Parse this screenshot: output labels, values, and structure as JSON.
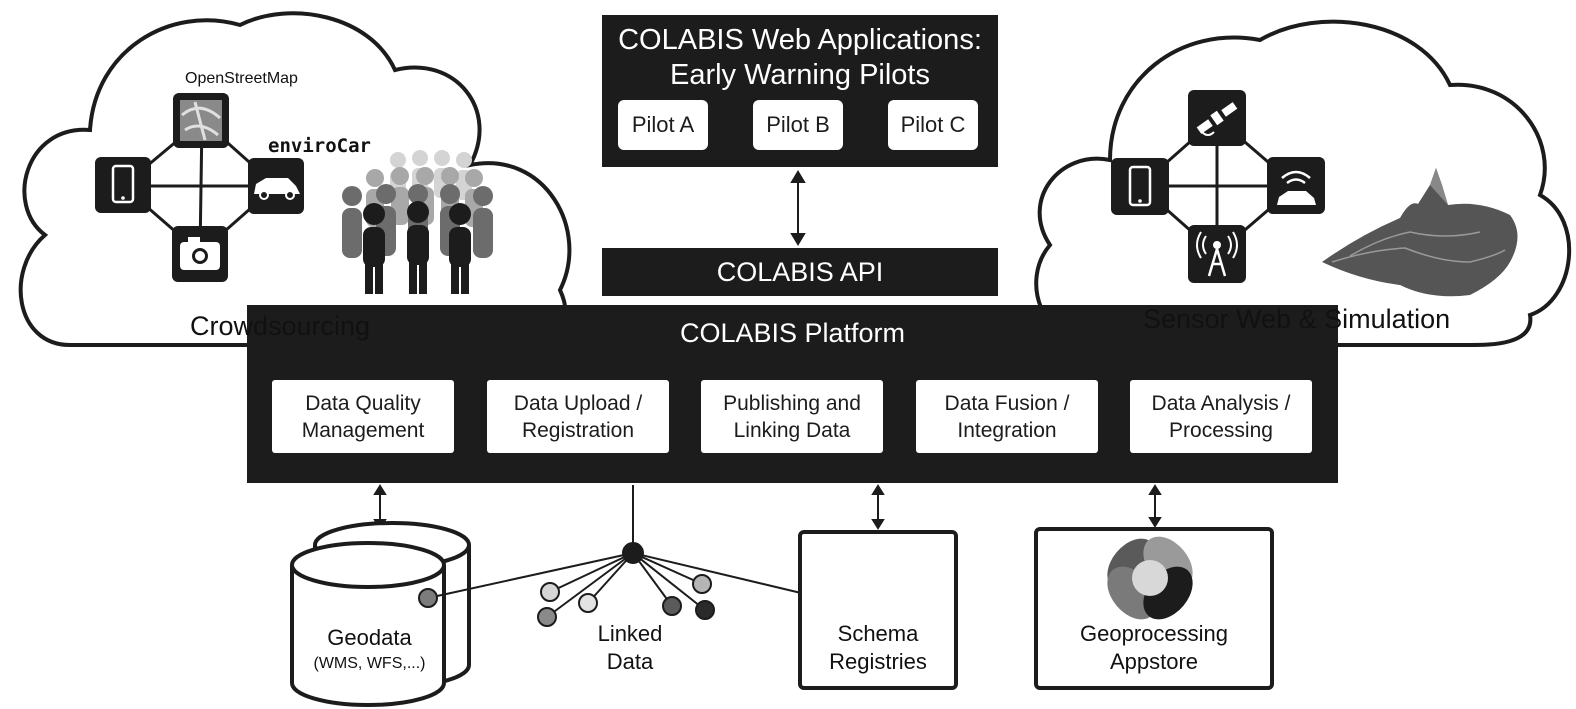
{
  "web_applications": {
    "title_line1": "COLABIS Web Applications:",
    "title_line2": "Early Warning Pilots",
    "pilots": [
      "Pilot A",
      "Pilot B",
      "Pilot C"
    ]
  },
  "api": {
    "label": "COLABIS API"
  },
  "platform": {
    "title": "COLABIS Platform",
    "modules": [
      "Data Quality\nManagement",
      "Data Upload /\nRegistration",
      "Publishing and\nLinking Data",
      "Data Fusion /\nIntegration",
      "Data Analysis /\nProcessing"
    ]
  },
  "crowdsourcing": {
    "label": "Crowdsourcing",
    "openstreetmap": "OpenStreetMap",
    "envirocar": "enviroCar",
    "icons": [
      "map-tile-icon",
      "smartphone-icon",
      "car-icon",
      "camera-icon",
      "crowd-icon"
    ]
  },
  "sensor_web": {
    "label": "Sensor Web & Simulation",
    "icons": [
      "satellite-icon",
      "smartphone-icon",
      "connected-car-icon",
      "antenna-icon",
      "terrain-surface-icon"
    ]
  },
  "bottom": {
    "geodata": "Geodata",
    "geodata_sub": "(WMS, WFS,...)",
    "linked_data": "Linked\nData",
    "schema_registries": "Schema\nRegistries",
    "geoprocessing_appstore": "Geoprocessing\nAppstore"
  }
}
